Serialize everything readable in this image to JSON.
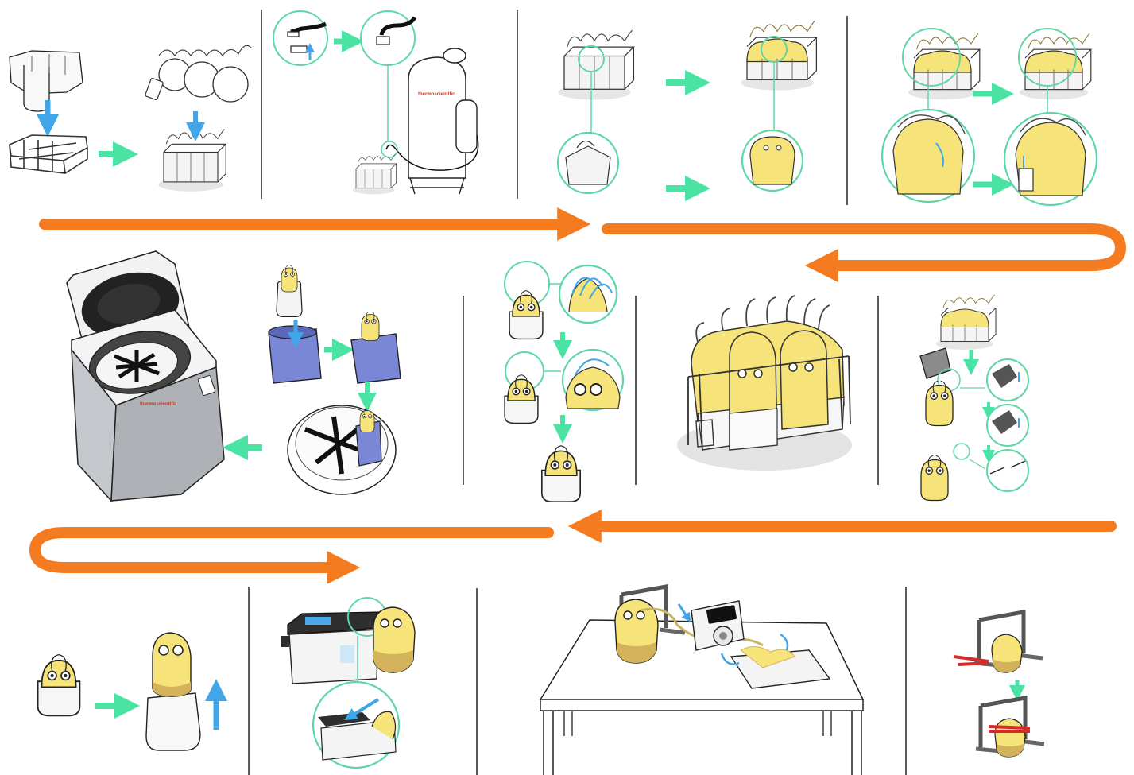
{
  "figure": {
    "brand_text": "thermoscientific",
    "colors": {
      "flow_arrow": "#f47b20",
      "step_arrow": "#4be3a3",
      "zoom_circle": "#5fd6a6",
      "blue_arrow": "#41a6e8",
      "bag_fill": "#f6e47a",
      "bag_liquid": "#d4b25c",
      "bucket_blue": "#7a86d6",
      "outline": "#222222",
      "machine_grey": "#b9bcc0",
      "tube_red": "#d42a2a"
    },
    "rows": [
      {
        "direction": "left-to-right",
        "panels": [
          {
            "id": "bags-into-rack",
            "icons": [
              "bag-icon",
              "rack-icon",
              "down-arrow-icon",
              "right-arrow-icon"
            ]
          },
          {
            "id": "connect-to-bioreactor",
            "icons": [
              "tube-connector-icon",
              "bioreactor-tank-icon",
              "zoom-circle-icon"
            ]
          },
          {
            "id": "fill-bags",
            "icons": [
              "rack-with-bags-icon",
              "zoom-circle-icon",
              "right-arrow-icon"
            ]
          },
          {
            "id": "clamp-and-label",
            "icons": [
              "filled-bags-icon",
              "zoom-circle-icon",
              "label-tag-icon"
            ]
          }
        ]
      },
      {
        "direction": "right-to-left",
        "panels": [
          {
            "id": "seal-tubing",
            "icons": [
              "heat-sealer-icon",
              "zoom-circle-icon",
              "down-arrow-icon"
            ]
          },
          {
            "id": "filled-bag-rack",
            "icons": [
              "rack-with-filled-bags-icon"
            ]
          },
          {
            "id": "fold-tubing",
            "icons": [
              "bag-icon",
              "zoom-circle-icon",
              "down-arrow-icon"
            ]
          },
          {
            "id": "load-buckets-centrifuge",
            "icons": [
              "bucket-icon",
              "rotor-icon",
              "centrifuge-icon",
              "left-arrow-icon"
            ]
          }
        ]
      },
      {
        "direction": "left-to-right",
        "panels": [
          {
            "id": "remove-from-sleeve",
            "icons": [
              "bag-icon",
              "up-arrow-icon",
              "right-arrow-icon"
            ]
          },
          {
            "id": "transfer-to-cooler",
            "icons": [
              "cooler-box-icon",
              "zoom-circle-icon",
              "bag-icon"
            ]
          },
          {
            "id": "pump-transfer",
            "icons": [
              "table-icon",
              "bag-stand-icon",
              "peristaltic-pump-icon",
              "collection-bag-icon"
            ]
          },
          {
            "id": "clamp-and-finish",
            "icons": [
              "bag-stand-icon",
              "clamp-icon",
              "down-arrow-icon"
            ]
          }
        ]
      }
    ]
  }
}
